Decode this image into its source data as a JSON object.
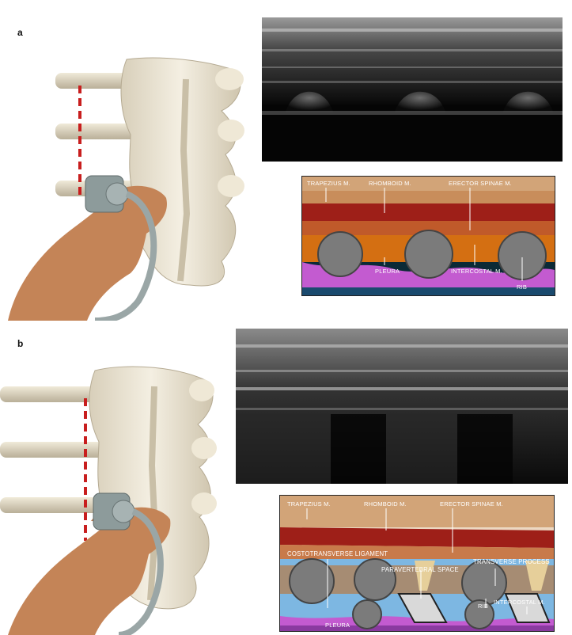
{
  "panels": {
    "a": {
      "letter": "a",
      "labels": {
        "trapezius": "TRAPEZIUS M.",
        "rhomboid": "RHOMBOID M.",
        "erector": "ERECTOR SPINAE M.",
        "pleura": "PLEURA",
        "intercostal": "INTERCOSTAL M.",
        "rib": "RIB"
      }
    },
    "b": {
      "letter": "b",
      "labels": {
        "trapezius": "TRAPEZIUS M.",
        "rhomboid": "RHOMBOID M.",
        "erector": "ERECTOR SPINAE M.",
        "costotransverse": "COSTOTRANSVERSE LIGAMENT",
        "transverse": "TRANSVERSE PROCESS",
        "paravertebral": "PARAVERTEBRAL SPACE",
        "rib": "RIB",
        "intercostal": "INTERCOSTAL M.",
        "pleura": "PLEURA"
      }
    }
  },
  "colors": {
    "bone": "#e9e1cf",
    "skin": "#c98a5e",
    "probe": "#8d9b9b",
    "dashed_line": "#c81e1e",
    "trapezius": "#d2a478",
    "rhomboid": "#9e1f18",
    "erector": "#c05a2a",
    "intercostal": "#d46f12",
    "pleura": "#c35bd0",
    "paravertebral": "#7db7e2"
  }
}
